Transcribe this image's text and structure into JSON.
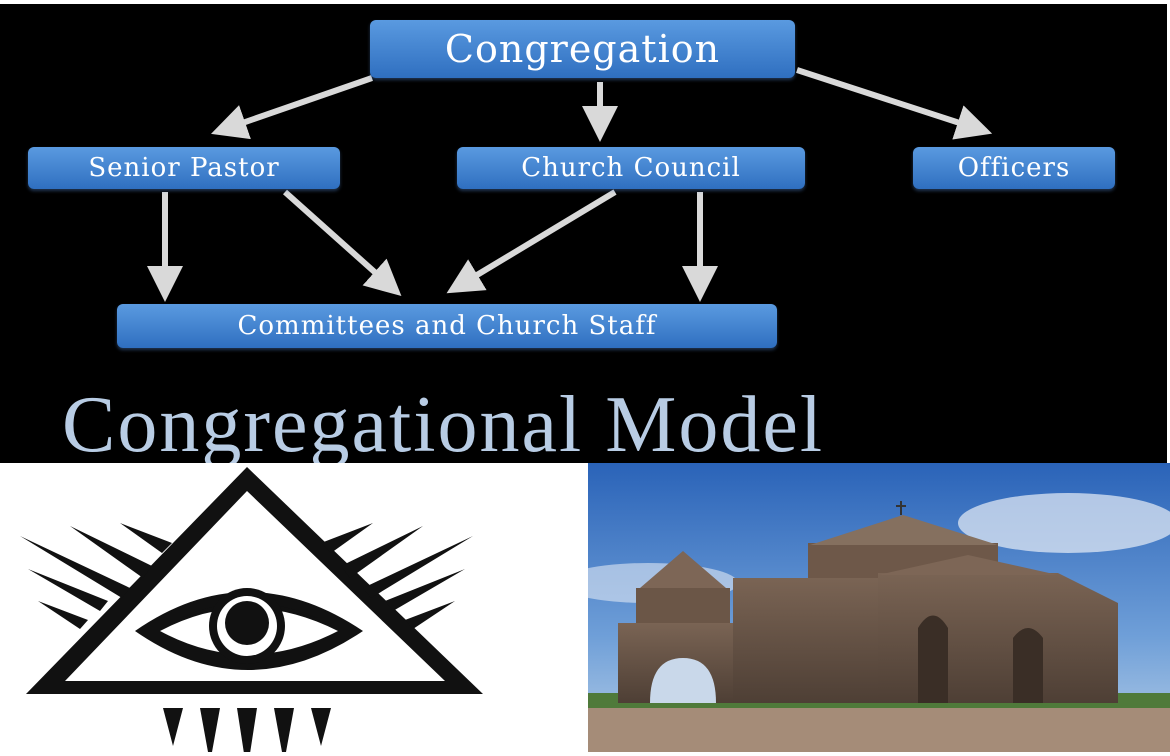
{
  "diagram": {
    "nodes": {
      "congregation": "Congregation",
      "senior_pastor": "Senior Pastor",
      "church_council": "Church Council",
      "officers": "Officers",
      "committees": "Committees and Church Staff"
    },
    "edges": [
      [
        "congregation",
        "senior_pastor"
      ],
      [
        "congregation",
        "church_council"
      ],
      [
        "congregation",
        "officers"
      ],
      [
        "senior_pastor",
        "committees"
      ],
      [
        "senior_pastor",
        "committees"
      ],
      [
        "church_council",
        "committees"
      ],
      [
        "church_council",
        "committees"
      ]
    ],
    "title": "Congregational Model"
  },
  "colors": {
    "box": "#3b7fd0",
    "title": "#b8cce4",
    "arrow": "#d9d9d9"
  }
}
